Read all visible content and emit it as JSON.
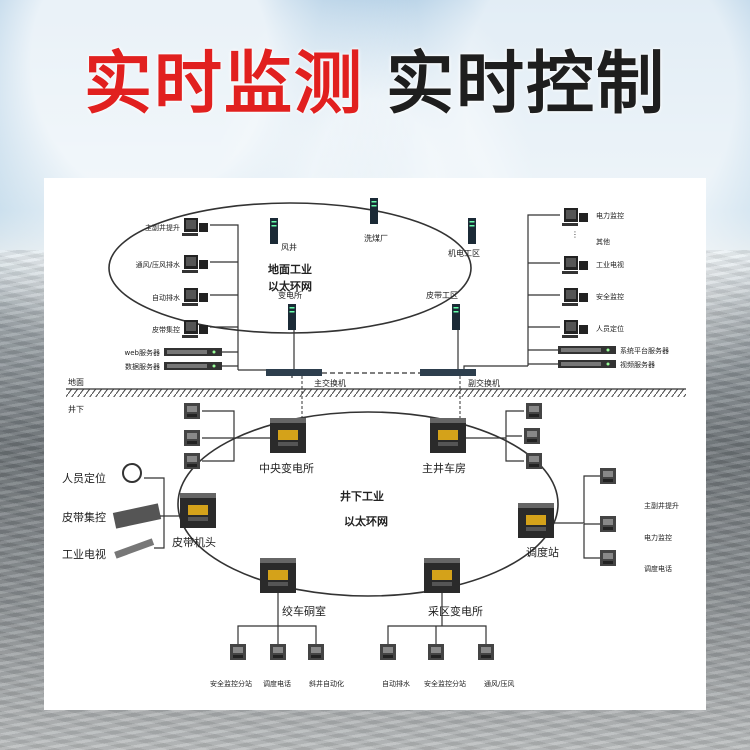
{
  "headline": {
    "part1": "实时监测",
    "part2": "实时控制"
  },
  "surface_ring": {
    "title_line1": "地面工业",
    "title_line2": "以太环网",
    "nodes": [
      "风井",
      "洗煤厂",
      "机电工区",
      "变电所",
      "皮带工区"
    ]
  },
  "underground_ring": {
    "title_line1": "井下工业",
    "title_line2": "以太环网",
    "nodes": [
      "中央变电所",
      "主井车房",
      "皮带机头",
      "调度站",
      "绞车硐室",
      "采区变电所"
    ]
  },
  "switches": {
    "main": "主交换机",
    "sub": "副交换机"
  },
  "levels": {
    "ground": "地面",
    "underground": "井下"
  },
  "surface_left": [
    "主副井提升",
    "通风/压风排水",
    "自动排水",
    "皮带集控"
  ],
  "servers_left": [
    "web服务器",
    "数据服务器"
  ],
  "surface_right": [
    "电力监控",
    "其他",
    "工业电视",
    "安全监控",
    "人员定位"
  ],
  "servers_right": [
    "系统平台服务器",
    "视频服务器"
  ],
  "ug_left": [
    "人员定位",
    "皮带集控",
    "工业电视"
  ],
  "ug_right": [
    "主副井提升",
    "电力监控",
    "调度电话"
  ],
  "ug_bottom_left": [
    "安全监控分站",
    "调度电话",
    "斜井自动化"
  ],
  "ug_bottom_right": [
    "自动排水",
    "安全监控分站",
    "通风/压风"
  ],
  "colors": {
    "headline_red": "#e1201f",
    "headline_black": "#1e1e1e",
    "line": "#333333"
  }
}
